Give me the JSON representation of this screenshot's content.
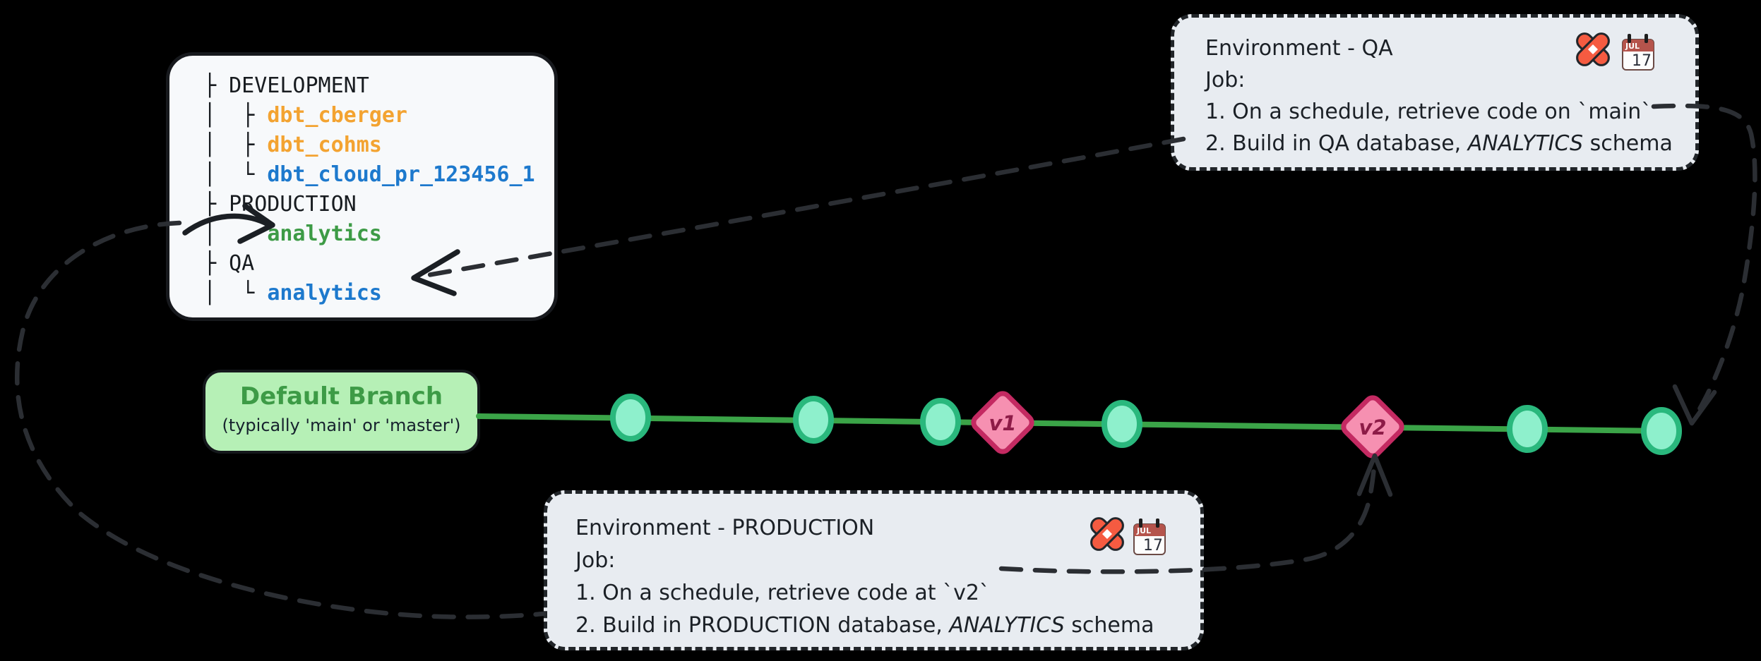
{
  "colors": {
    "background": "#000000",
    "connector_ink": "#2b2e33",
    "solid_ink": "#1b1f24",
    "timeline_green": "#3ba448",
    "commit_fill": "#8ef0cc",
    "commit_stroke": "#2ab87d",
    "tag_fill": "#f690b1",
    "tag_stroke": "#c42a62",
    "branch_box_fill": "#b6f0b6",
    "card_fill": "#e8ecf1",
    "tree_fill": "#f7f9fb",
    "schema_orange": "#f3a331",
    "schema_blue": "#1d79cd",
    "schema_green": "#3d9b46",
    "dbt_orange": "#f55b41"
  },
  "tree_panel": {
    "rows": [
      {
        "prefix": "├ ",
        "label": "DEVELOPMENT",
        "color": "dark"
      },
      {
        "prefix": "│  ├ ",
        "label": "dbt_cberger",
        "color": "orange"
      },
      {
        "prefix": "│  ├ ",
        "label": "dbt_cohms",
        "color": "orange"
      },
      {
        "prefix": "│  └ ",
        "label": "dbt_cloud_pr_123456_1",
        "color": "blue"
      },
      {
        "prefix": "├ ",
        "label": "PRODUCTION",
        "color": "dark"
      },
      {
        "prefix": "│    ",
        "label": "analytics",
        "color": "green"
      },
      {
        "prefix": "├ ",
        "label": "QA",
        "color": "dark"
      },
      {
        "prefix": "│  └ ",
        "label": "analytics",
        "color": "blue"
      }
    ]
  },
  "branch_label": {
    "title": "Default Branch",
    "subtitle": "(typically 'main' or 'master')"
  },
  "timeline": {
    "commit_count": 6,
    "tags": [
      {
        "label": "v1"
      },
      {
        "label": "v2"
      }
    ]
  },
  "qa_card": {
    "title": "Environment - QA",
    "job": "Job:",
    "step1": "1. On a schedule, retrieve code on `main`",
    "step2_pre": "2. Build in QA database, ",
    "step2_em": "ANALYTICS",
    "step2_post": " schema"
  },
  "prod_card": {
    "title": "Environment - PRODUCTION",
    "job": "Job:",
    "step1": "1. On a schedule, retrieve code at `v2`",
    "step2_pre": "2. Build in PRODUCTION database, ",
    "step2_em": "ANALYTICS",
    "step2_post": " schema"
  },
  "calendar": {
    "month": "JUL",
    "day": "17"
  }
}
